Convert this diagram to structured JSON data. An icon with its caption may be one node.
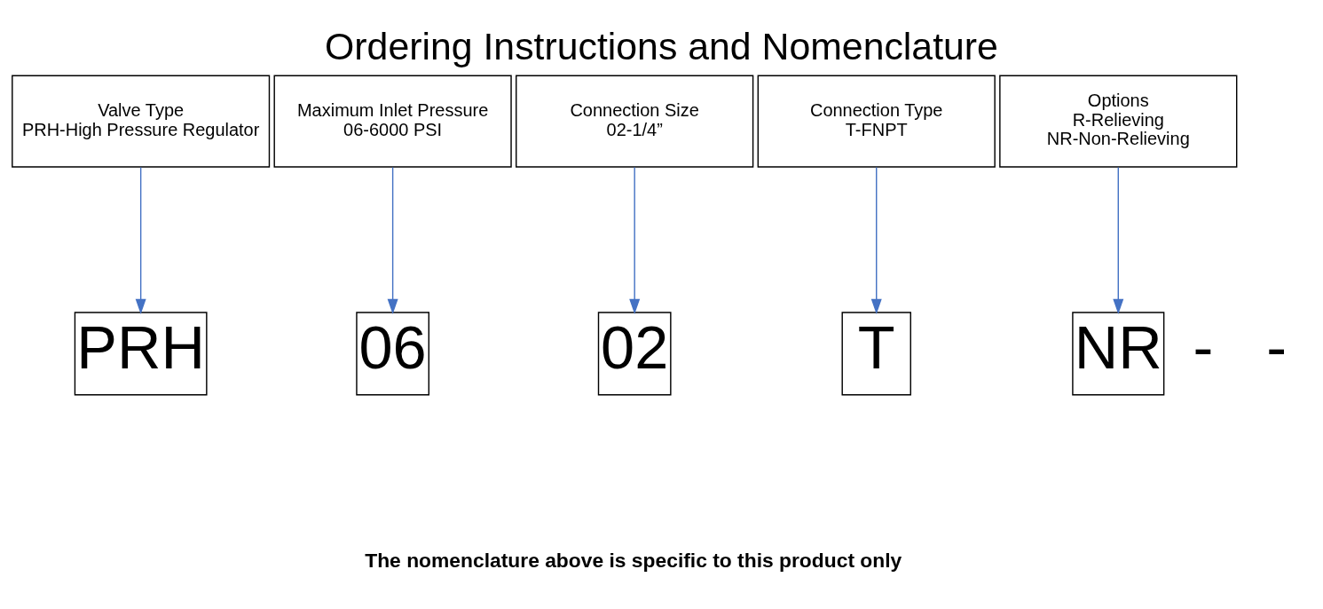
{
  "diagram": {
    "title": "Ordering Instructions and Nomenclature",
    "caption": "The nomenclature above is specific to this product only",
    "nodes": [
      {
        "text": [
          "Valve Type",
          "PRH-High Pressure Regulator"
        ]
      },
      {
        "text": [
          "Maximum Inlet Pressure",
          "06-6000 PSI"
        ]
      },
      {
        "text": [
          "Connection Size",
          "02-1/4”"
        ]
      },
      {
        "text": [
          "Connection Type",
          "T-FNPT"
        ]
      },
      {
        "text": [
          "Options",
          "R-Relieving",
          "NR-Non-Relieving"
        ]
      },
      {
        "text": [
          "PRH"
        ]
      },
      {
        "text": [
          "06"
        ]
      },
      {
        "text": [
          "02"
        ]
      },
      {
        "text": [
          "T"
        ]
      },
      {
        "text": [
          "NR"
        ]
      }
    ],
    "edges": [
      {
        "from": 0,
        "to": 5,
        "arrow": "to"
      },
      {
        "from": 1,
        "to": 6,
        "arrow": "to"
      },
      {
        "from": 2,
        "to": 7,
        "arrow": "to"
      },
      {
        "from": 3,
        "to": 8,
        "arrow": "to"
      },
      {
        "from": 4,
        "to": 9,
        "arrow": "to"
      }
    ],
    "labels": [
      "-",
      "-"
    ]
  }
}
